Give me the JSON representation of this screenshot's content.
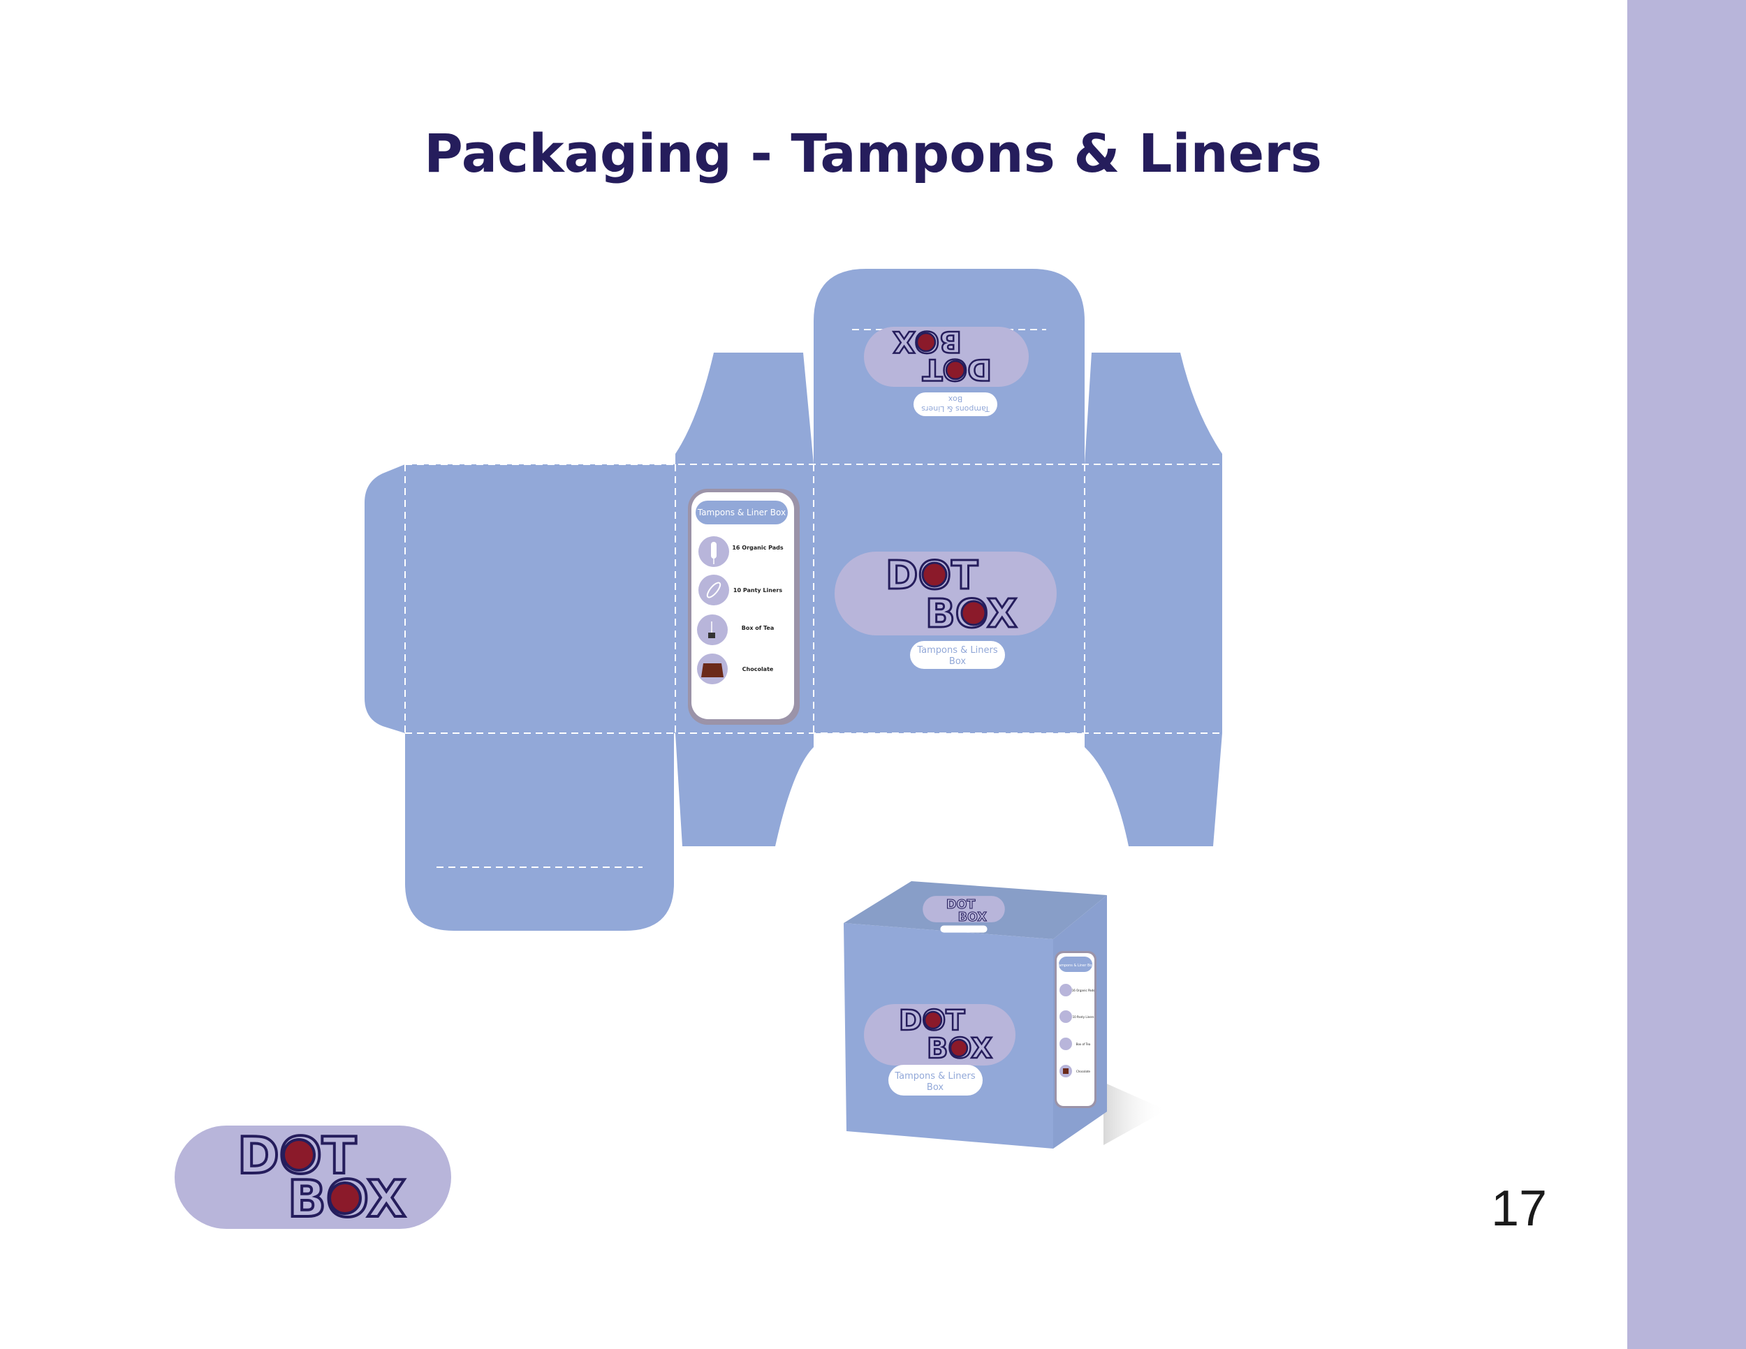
{
  "page": {
    "title": "Packaging - Tampons & Liners",
    "page_number": "17"
  },
  "brand": {
    "line1": "DOT",
    "line2": "BOX"
  },
  "box": {
    "front_label_line1": "Tampons & Liners",
    "front_label_line2": "Box",
    "side_panel_title": "Tampons & Liner Box",
    "contents": [
      {
        "icon": "tampon-icon",
        "label": "16 Organic Pads"
      },
      {
        "icon": "panty-liner-icon",
        "label": "10 Panty Liners"
      },
      {
        "icon": "tea-icon",
        "label": "Box of Tea"
      },
      {
        "icon": "chocolate-icon",
        "label": "Chocolate"
      }
    ]
  },
  "colors": {
    "box_blue": "#92a8d8",
    "lavender": "#b8b5da",
    "title_navy": "#251d5c",
    "logo_dot_red": "#8b1a2a"
  }
}
